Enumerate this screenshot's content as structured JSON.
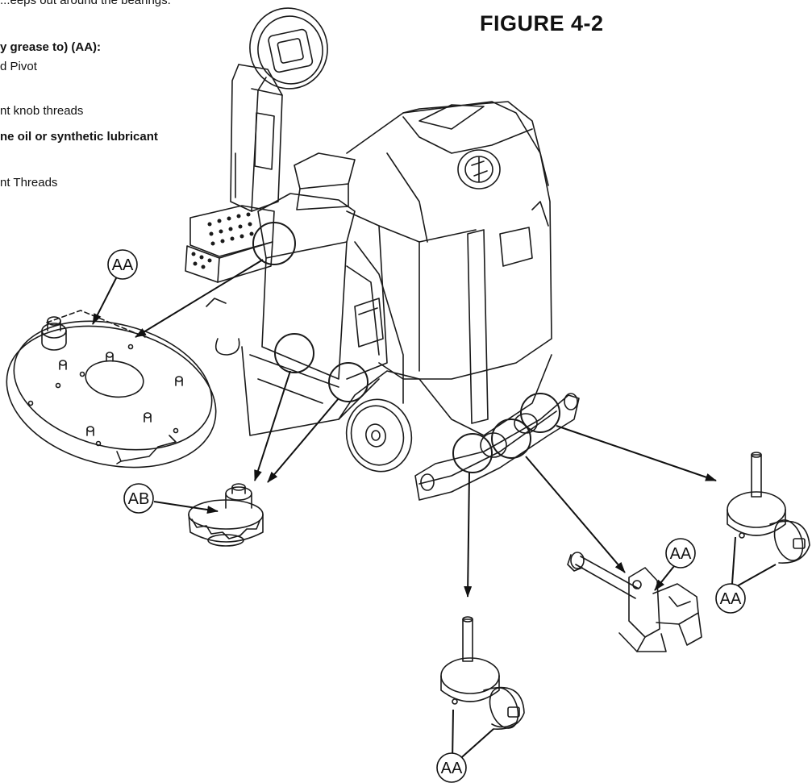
{
  "legend": {
    "line1": "...eeps out around the bearings.",
    "line2": "y grease to) (AA):",
    "line3": "d Pivot",
    "line4": "nt knob threads",
    "line5": "ne oil or synthetic lubricant",
    "line6": "nt Threads"
  },
  "figure": {
    "title": "FIGURE 4-2"
  },
  "callouts": {
    "aa_plate": "AA",
    "ab_drive": "AB",
    "aa_caster_left": "AA",
    "aa_pivot": "AA",
    "aa_caster_right": "AA"
  }
}
